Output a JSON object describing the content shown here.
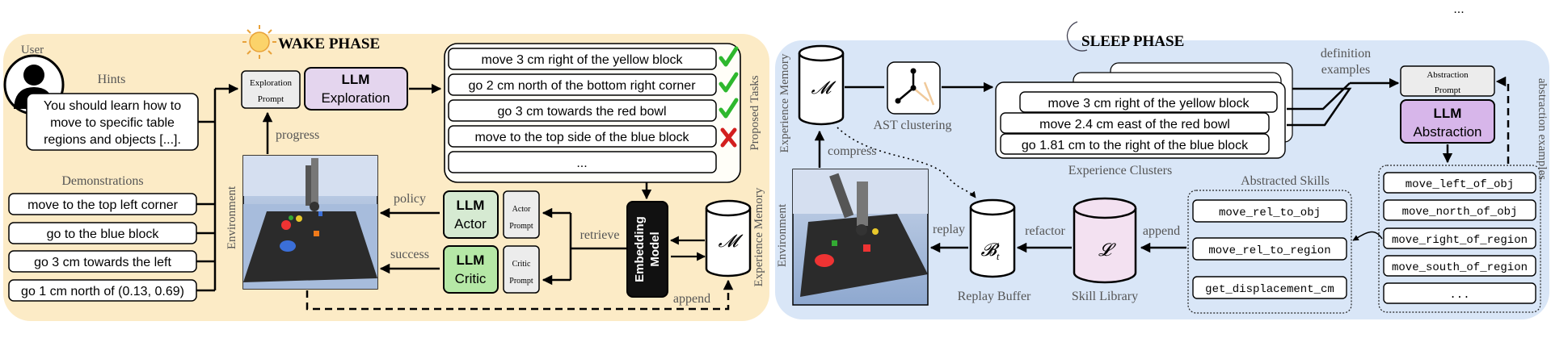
{
  "dots": "...",
  "wake": {
    "title": "WAKE PHASE",
    "user_label": "User",
    "hints_label": "Hints",
    "hint_lines": [
      "You should learn how to",
      "move to specific table",
      "regions and objects [...]."
    ],
    "demonstrations_label": "Demonstrations",
    "demos": [
      "move to the top left corner",
      "go to the blue block",
      "go 3 cm towards the left",
      "go 1 cm north of (0.13, 0.69)"
    ],
    "exploration_prompt": [
      "Exploration",
      "Prompt"
    ],
    "llm": "LLM",
    "exploration": "Exploration",
    "progress": "progress",
    "proposed_tasks_label": "Proposed Tasks",
    "tasks": [
      {
        "text": "move 3 cm right of the yellow block",
        "status": "success"
      },
      {
        "text": "go 2 cm north of the bottom right corner",
        "status": "success"
      },
      {
        "text": "go 3 cm towards the red bowl",
        "status": "success"
      },
      {
        "text": "move to the top side of the blue block",
        "status": "fail"
      },
      {
        "text": "...",
        "status": "none"
      }
    ],
    "environment_label": "Environment",
    "policy": "policy",
    "success": "success",
    "actor": "Actor",
    "critic": "Critic",
    "actor_prompt": [
      "Actor",
      "Prompt"
    ],
    "critic_prompt": [
      "Critic",
      "Prompt"
    ],
    "retrieve": "retrieve",
    "embedding_model": [
      "Embedding",
      "Model"
    ],
    "memory_symbol": "𝓜",
    "experience_memory_label": "Experience Memory",
    "append": "append"
  },
  "sleep": {
    "title": "SLEEP PHASE",
    "experience_memory_label": "Experience Memory",
    "memory_symbol": "𝓜",
    "compress": "compress",
    "ast_clustering": "AST clustering",
    "cluster_items": [
      "move 3 cm right of the yellow block",
      "move 2.4 cm east of the red bowl",
      "go 1.81 cm to the right of the blue block"
    ],
    "experience_clusters": "Experience Clusters",
    "definition_examples": [
      "definition",
      "examples"
    ],
    "abstraction_prompt": [
      "Abstraction",
      "Prompt"
    ],
    "llm": "LLM",
    "abstraction": "Abstraction",
    "abstraction_examples": "abstraction examples",
    "candidate_skills": [
      "move_left_of_obj",
      "move_north_of_obj",
      "move_right_of_region",
      "move_south_of_region",
      "..."
    ],
    "abstracted_skills_label": "Abstracted Skills",
    "abstracted_skills": [
      "move_rel_to_obj",
      "move_rel_to_region",
      "get_displacement_cm"
    ],
    "append": "append",
    "skill_library_symbol": "𝓛",
    "skill_library": "Skill Library",
    "refactor": "refactor",
    "replay_buffer_symbol": "𝓑",
    "replay_buffer_sub": "t",
    "replay_buffer": "Replay Buffer",
    "replay": "replay",
    "environment_label": "Environment"
  },
  "colors": {
    "wake_bg": "#fcebc6",
    "sleep_bg": "#d9e6f7",
    "exploration_box": "#e4d5ee",
    "actor_box": "#d6ead2",
    "critic_box": "#b5e8a6",
    "abstraction_box": "#d7b6ea",
    "library_cyl": "#f3e1f1",
    "check": "#2eb82e",
    "cross": "#d31f1f"
  }
}
